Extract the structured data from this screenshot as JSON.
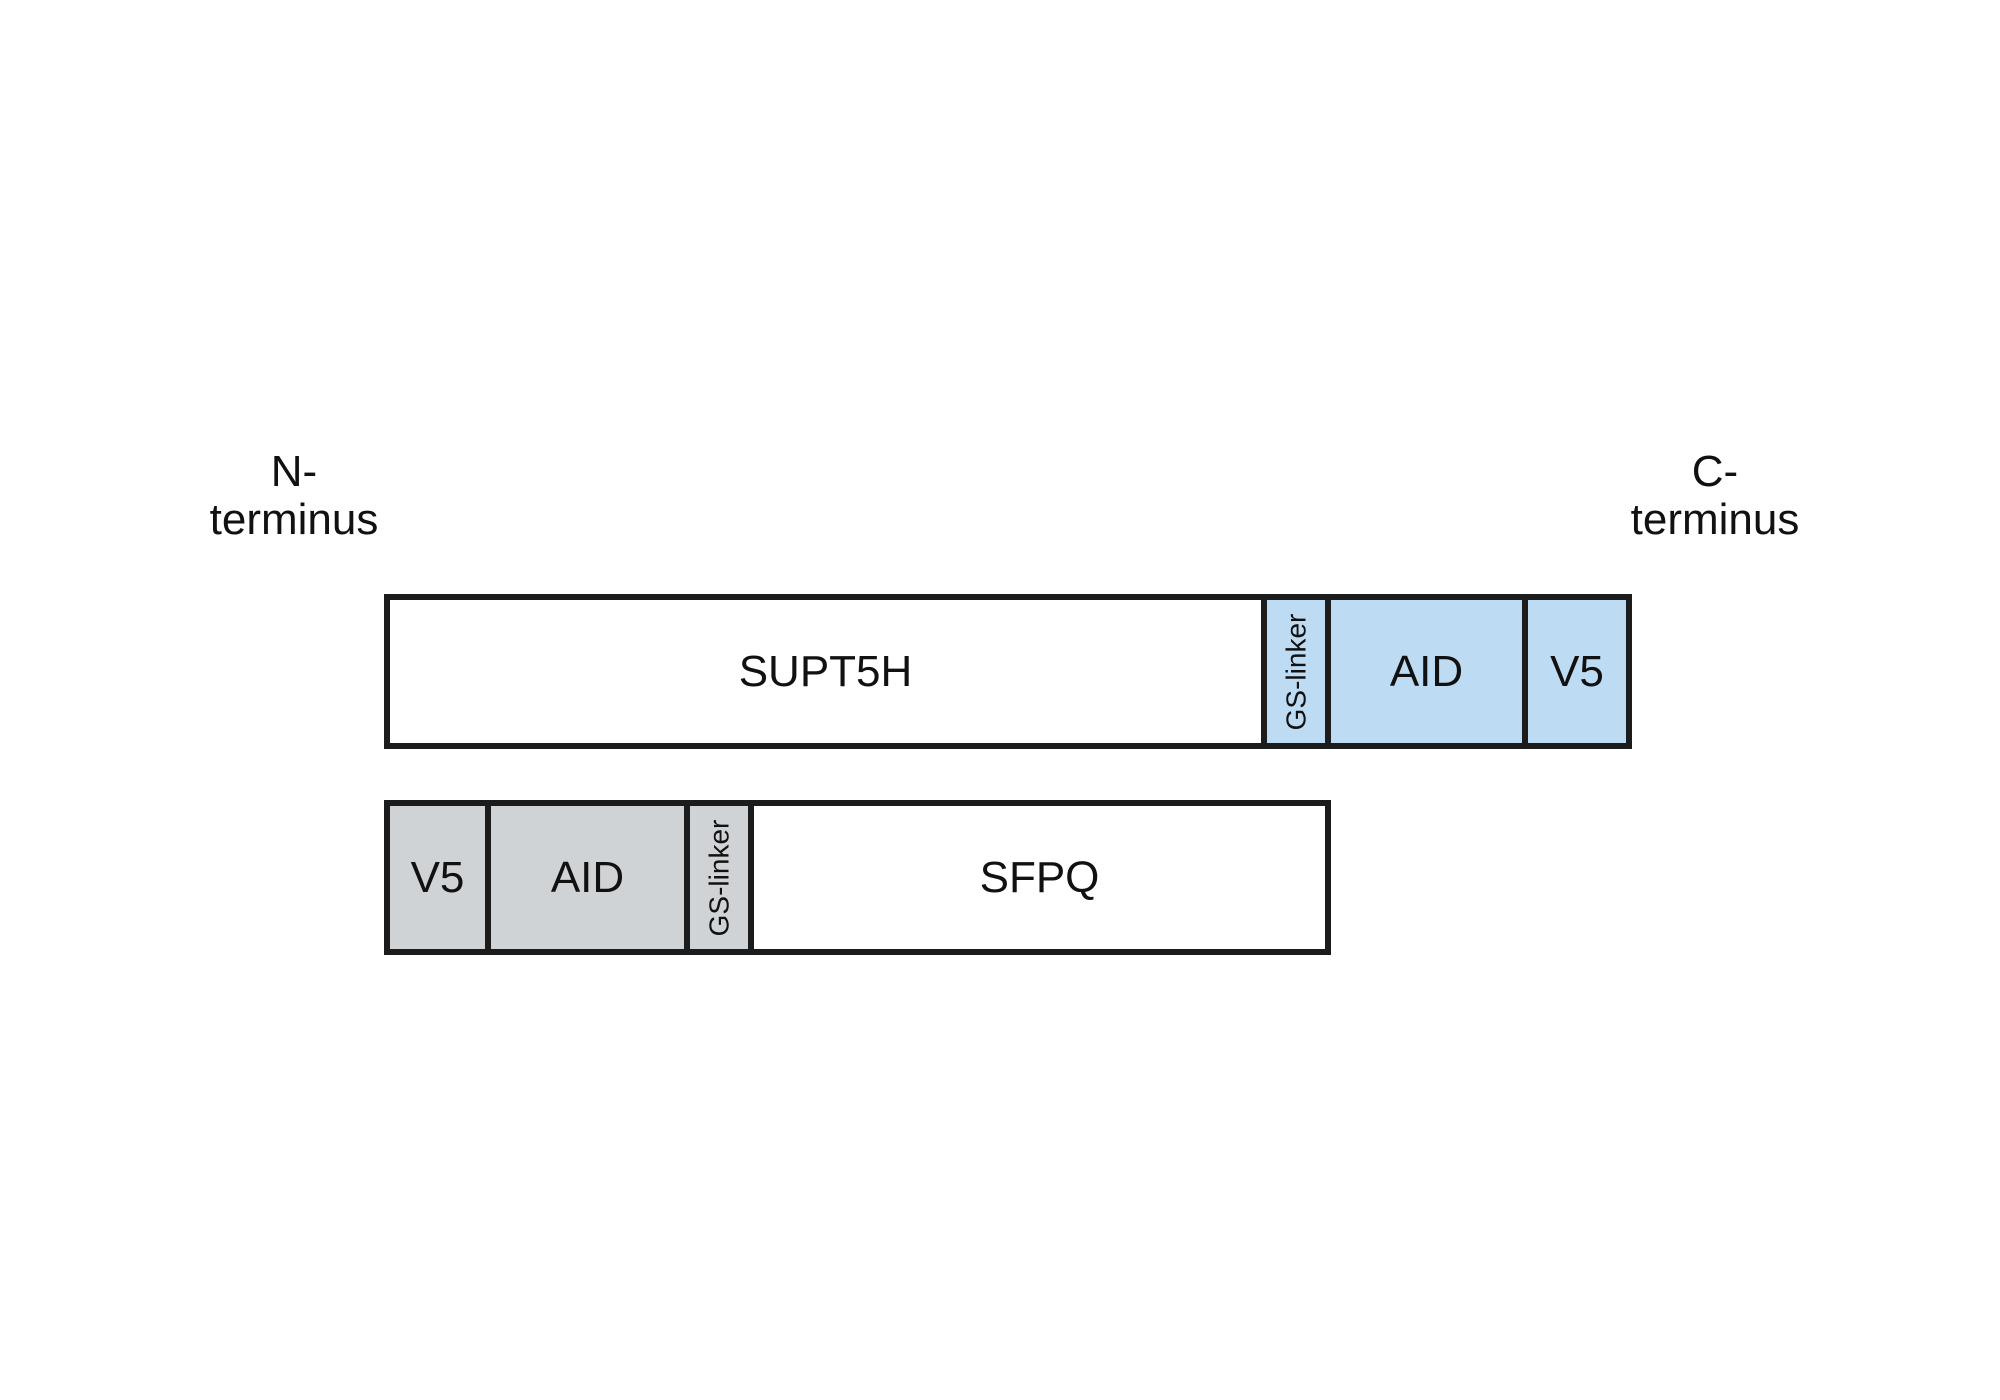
{
  "labels": {
    "n_terminus": [
      "N-",
      "terminus"
    ],
    "c_terminus": [
      "C-",
      "terminus"
    ]
  },
  "constructs": [
    {
      "segments": [
        {
          "label": "SUPT5H",
          "fill": "#ffffff"
        },
        {
          "label": "GS-linker",
          "fill": "#bddcf3"
        },
        {
          "label": "AID",
          "fill": "#bddcf3"
        },
        {
          "label": "V5",
          "fill": "#bddcf3"
        }
      ]
    },
    {
      "segments": [
        {
          "label": "V5",
          "fill": "#d0d3d6"
        },
        {
          "label": "AID",
          "fill": "#d0d3d6"
        },
        {
          "label": "GS-linker",
          "fill": "#d0d3d6"
        },
        {
          "label": "SFPQ",
          "fill": "#ffffff"
        }
      ]
    }
  ],
  "colors": {
    "outline": "#1c1c1c",
    "tag_blue": "#bddcf3",
    "tag_gray": "#d0d3d6"
  }
}
